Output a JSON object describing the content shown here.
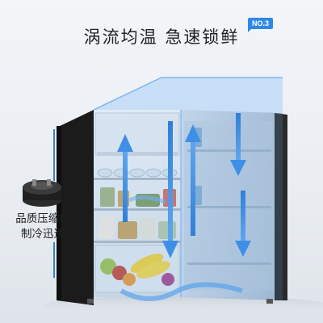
{
  "headline": "涡流均温 急速锁鲜",
  "badge": "NO.3",
  "compressor_caption": {
    "line1": "品质压缩机",
    "line2": "制冷迅速"
  },
  "colors": {
    "accent": "#2f88e8",
    "airflow": "#3f8fe6",
    "cabinet": "#161616"
  },
  "icons": {
    "compressor": "compressor-icon",
    "airflow_up": "airflow-up-arrow-icon",
    "airflow_down": "airflow-down-arrow-icon"
  }
}
